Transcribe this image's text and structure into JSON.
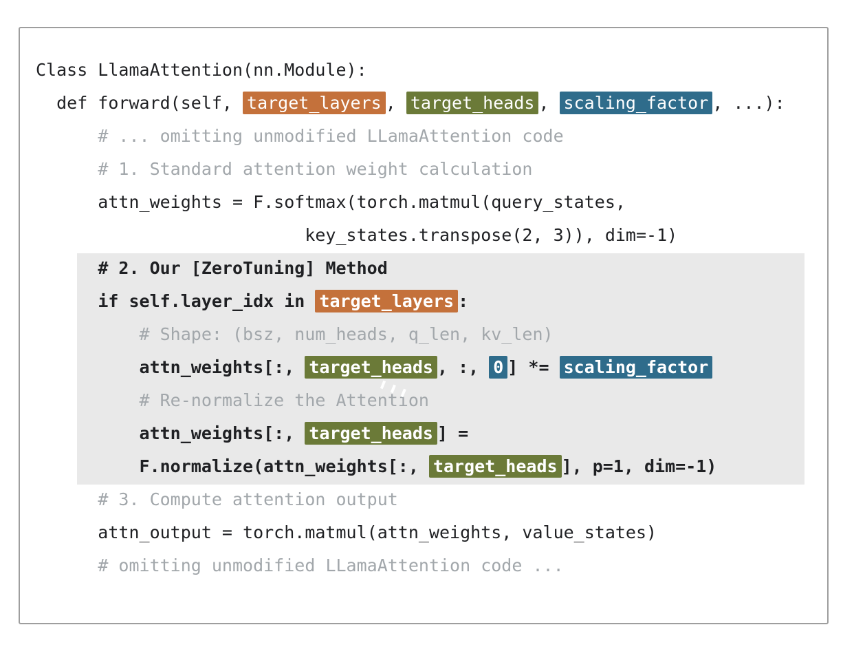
{
  "figure": {
    "kind": "code-listing",
    "language": "python"
  },
  "colors": {
    "highlight_orange": "#c4713b",
    "highlight_green": "#6b7a38",
    "highlight_blue": "#2f6c8b",
    "method_band_gray": "#e9e9e9",
    "comment_gray": "#a2a7ab",
    "code_ink": "#1f2023",
    "frame_border": "#9e9e9e"
  },
  "code": {
    "lines": [
      {
        "segments": [
          {
            "text": "Class LlamaAttention(nn.Module):",
            "style": "plain"
          }
        ]
      },
      {
        "segments": [
          {
            "text": "  def forward(self, ",
            "style": "plain"
          },
          {
            "text": "target_layers",
            "style": "orange"
          },
          {
            "text": ", ",
            "style": "plain"
          },
          {
            "text": "target_heads",
            "style": "green"
          },
          {
            "text": ", ",
            "style": "plain"
          },
          {
            "text": "scaling_factor",
            "style": "blue"
          },
          {
            "text": ", ...):",
            "style": "plain"
          }
        ]
      },
      {
        "segments": [
          {
            "text": "      ",
            "style": "plain"
          },
          {
            "text": "# ... omitting unmodified LLamaAttention code",
            "style": "comment"
          }
        ]
      },
      {
        "segments": [
          {
            "text": "      ",
            "style": "plain"
          },
          {
            "text": "# 1. Standard attention weight calculation",
            "style": "comment"
          }
        ]
      },
      {
        "segments": [
          {
            "text": "      attn_weights = F.softmax(torch.matmul(query_states,",
            "style": "plain"
          }
        ]
      },
      {
        "segments": [
          {
            "text": "                          key_states.transpose(2, 3)), dim=-1)",
            "style": "plain"
          }
        ]
      },
      {
        "segments": [
          {
            "text": "      ",
            "style": "plain"
          },
          {
            "text": "# 2. Our [ZeroTuning] Method",
            "style": "bold"
          }
        ]
      },
      {
        "segments": [
          {
            "text": "      ",
            "style": "plain"
          },
          {
            "text": "if self.layer_idx in ",
            "style": "bold"
          },
          {
            "text": "target_layers",
            "style": "orange-bold"
          },
          {
            "text": ":",
            "style": "bold"
          }
        ]
      },
      {
        "segments": [
          {
            "text": "          ",
            "style": "plain"
          },
          {
            "text": "# Shape: (bsz, num_heads, q_len, kv_len)",
            "style": "comment"
          }
        ]
      },
      {
        "segments": [
          {
            "text": "          ",
            "style": "plain"
          },
          {
            "text": "attn_weights[:, ",
            "style": "bold"
          },
          {
            "text": "target_heads",
            "style": "green-bold-ticks"
          },
          {
            "text": ", :, ",
            "style": "bold"
          },
          {
            "text": "0",
            "style": "blue-bold"
          },
          {
            "text": "] *= ",
            "style": "bold"
          },
          {
            "text": "scaling_factor",
            "style": "blue-bold"
          }
        ]
      },
      {
        "segments": [
          {
            "text": "          ",
            "style": "plain"
          },
          {
            "text": "# Re-normalize the Attention",
            "style": "comment"
          }
        ]
      },
      {
        "segments": [
          {
            "text": "          ",
            "style": "plain"
          },
          {
            "text": "attn_weights[:, ",
            "style": "bold"
          },
          {
            "text": "target_heads",
            "style": "green-bold"
          },
          {
            "text": "] =",
            "style": "bold"
          }
        ]
      },
      {
        "segments": [
          {
            "text": "          ",
            "style": "plain"
          },
          {
            "text": "F.normalize(attn_weights[:, ",
            "style": "bold"
          },
          {
            "text": "target_heads",
            "style": "green-bold"
          },
          {
            "text": "], p=1, dim=-1)",
            "style": "bold"
          }
        ]
      },
      {
        "segments": [
          {
            "text": "      ",
            "style": "plain"
          },
          {
            "text": "# 3. Compute attention output",
            "style": "comment"
          }
        ]
      },
      {
        "segments": [
          {
            "text": "      attn_output = torch.matmul(attn_weights, value_states)",
            "style": "plain"
          }
        ]
      },
      {
        "segments": [
          {
            "text": "      ",
            "style": "plain"
          },
          {
            "text": "# omitting unmodified LLamaAttention code ...",
            "style": "comment"
          }
        ]
      }
    ]
  }
}
